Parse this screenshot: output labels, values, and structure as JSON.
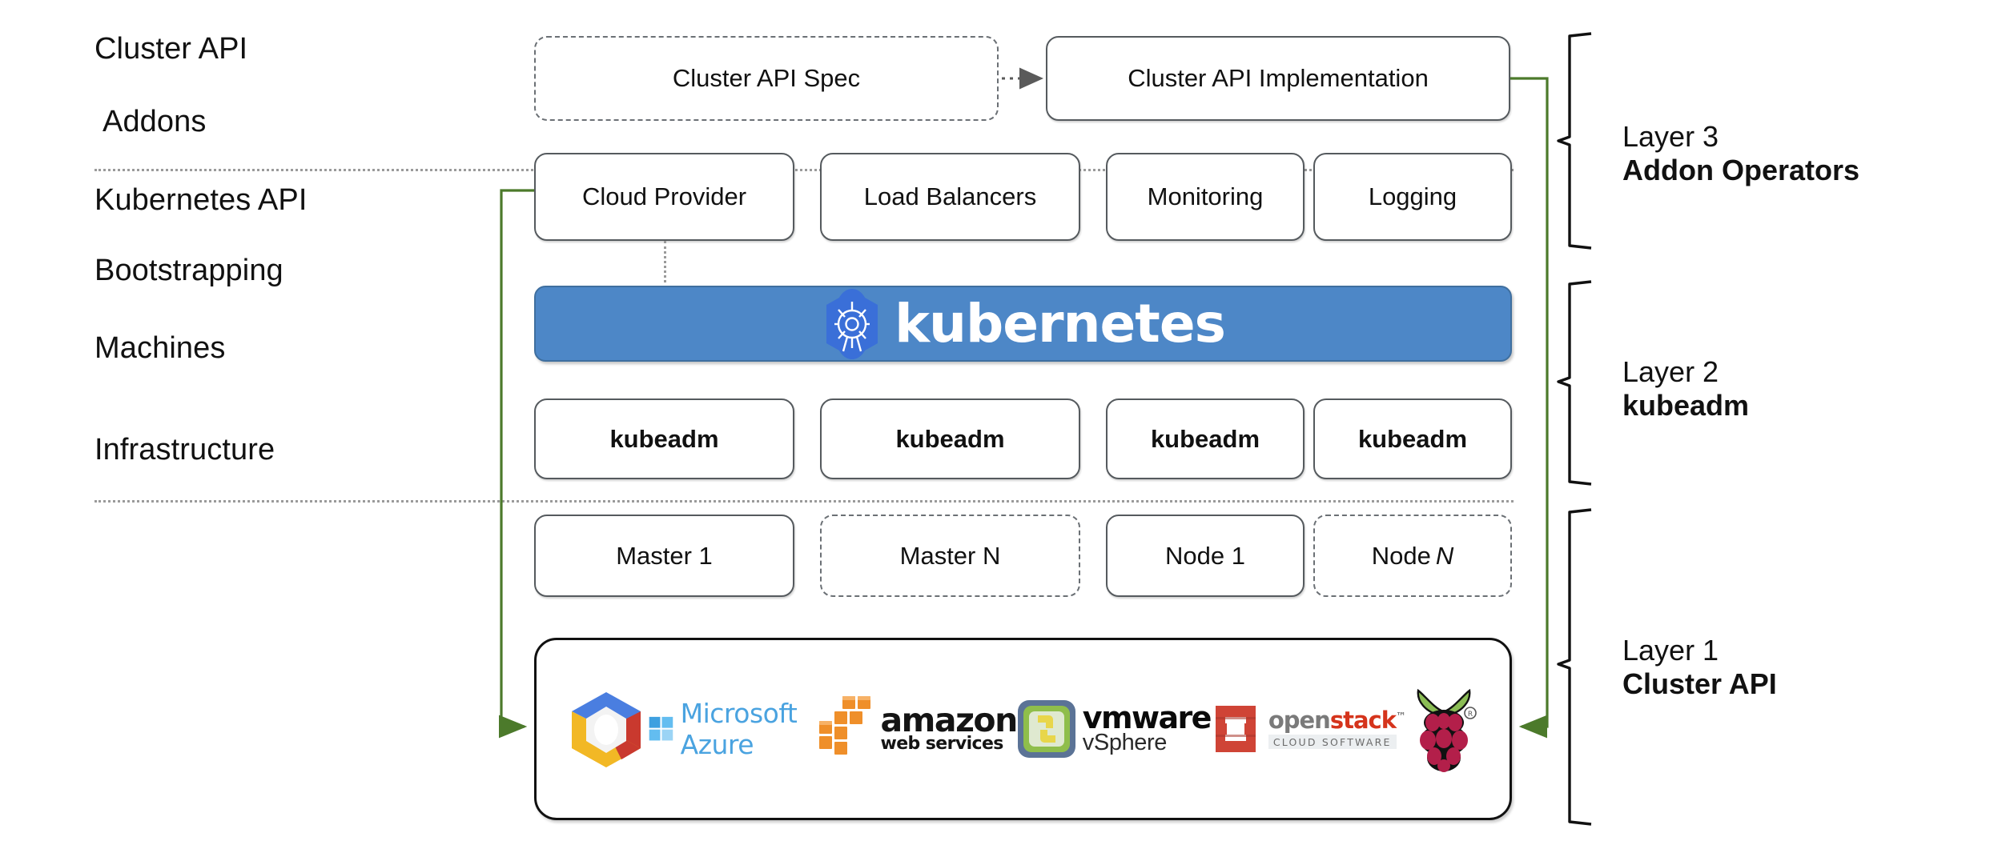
{
  "diagram": {
    "title": "Kubernetes Cluster API layered architecture",
    "accent_green": "#4c7a2b",
    "k8s_blue": "#4d87c7",
    "box_border": "#555a5e"
  },
  "row_labels": [
    {
      "id": "cluster-api",
      "text": "Cluster API"
    },
    {
      "id": "addons",
      "text": "Addons"
    },
    {
      "id": "kubernetes-api",
      "text": "Kubernetes API"
    },
    {
      "id": "bootstrapping",
      "text": "Bootstrapping"
    },
    {
      "id": "machines",
      "text": "Machines"
    },
    {
      "id": "infrastructure",
      "text": "Infrastructure"
    }
  ],
  "cluster_api_row": [
    {
      "id": "cluster-api-spec",
      "label": "Cluster API Spec",
      "style": "dashed"
    },
    {
      "id": "cluster-api-implementation",
      "label": "Cluster API Implementation",
      "style": "solid"
    }
  ],
  "addons_row": [
    {
      "id": "cloud-provider",
      "label": "Cloud Provider"
    },
    {
      "id": "load-balancers",
      "label": "Load Balancers"
    },
    {
      "id": "monitoring",
      "label": "Monitoring"
    },
    {
      "id": "logging",
      "label": "Logging"
    }
  ],
  "kubernetes_banner": {
    "wordmark": "kubernetes",
    "logo_name": "kubernetes-helm-wheel-logo",
    "background": "#4d87c7"
  },
  "bootstrapping_row": [
    {
      "id": "kubeadm-1",
      "label": "kubeadm"
    },
    {
      "id": "kubeadm-2",
      "label": "kubeadm"
    },
    {
      "id": "kubeadm-3",
      "label": "kubeadm"
    },
    {
      "id": "kubeadm-4",
      "label": "kubeadm"
    }
  ],
  "machines_row": [
    {
      "id": "master-1",
      "label": "Master 1",
      "suffix": "",
      "style": "solid"
    },
    {
      "id": "master-n",
      "label": "Master N",
      "suffix": "",
      "style": "dashed"
    },
    {
      "id": "node-1",
      "label": "Node 1",
      "suffix": "",
      "style": "solid"
    },
    {
      "id": "node-n",
      "label": "Node",
      "suffix": "N",
      "style": "dashed"
    }
  ],
  "infrastructure_logos": [
    {
      "id": "google-cloud",
      "name": "google-cloud-platform-logo",
      "text": ""
    },
    {
      "id": "microsoft-azure",
      "name": "microsoft-azure-logo",
      "text": "Microsoft Azure"
    },
    {
      "id": "amazon-web-services",
      "name": "amazon-web-services-logo",
      "text": "amazon",
      "text2": "web services"
    },
    {
      "id": "vmware-vsphere",
      "name": "vmware-vsphere-logo",
      "text": "vmware",
      "text2": "vSphere"
    },
    {
      "id": "openstack",
      "name": "openstack-logo",
      "text": "open",
      "text2": "stack",
      "text3": "CLOUD SOFTWARE"
    },
    {
      "id": "raspberry-pi",
      "name": "raspberry-pi-logo",
      "text": ""
    }
  ],
  "layer_brackets": [
    {
      "id": "layer-3",
      "title": "Layer 3",
      "subtitle": "Addon Operators"
    },
    {
      "id": "layer-2",
      "title": "Layer 2",
      "subtitle": "kubeadm"
    },
    {
      "id": "layer-1",
      "title": "Layer 1",
      "subtitle": "Cluster API"
    }
  ]
}
